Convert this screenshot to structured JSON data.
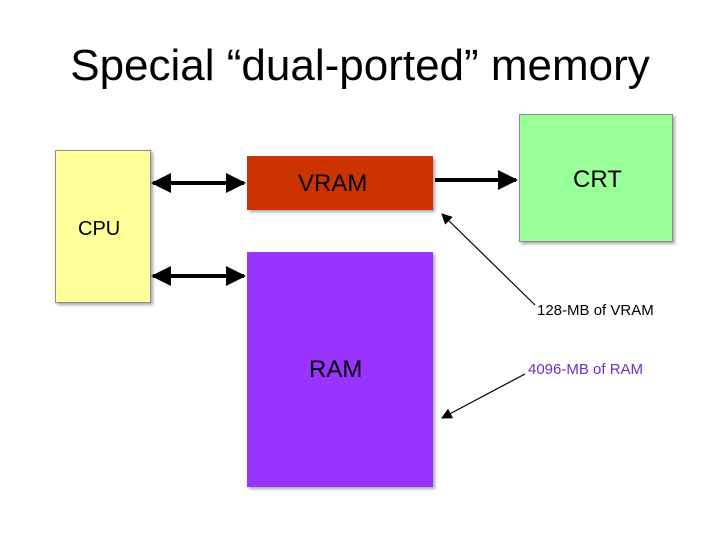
{
  "slide": {
    "title": "Special “dual-ported” memory"
  },
  "diagram": {
    "nodes": {
      "cpu": {
        "label": "CPU",
        "color": "#ffff99"
      },
      "vram": {
        "label": "VRAM",
        "color": "#cc3300"
      },
      "crt": {
        "label": "CRT",
        "color": "#99ff99"
      },
      "ram": {
        "label": "RAM",
        "color": "#9933ff"
      }
    },
    "annotations": {
      "vram_size": "128-MB of VRAM",
      "ram_size": "4096-MB of RAM",
      "ram_size_color": "#6633cc"
    },
    "connections": [
      {
        "from": "CPU",
        "to": "VRAM",
        "type": "bidirectional"
      },
      {
        "from": "CPU",
        "to": "RAM",
        "type": "bidirectional"
      },
      {
        "from": "VRAM",
        "to": "CRT",
        "type": "directed"
      }
    ]
  }
}
